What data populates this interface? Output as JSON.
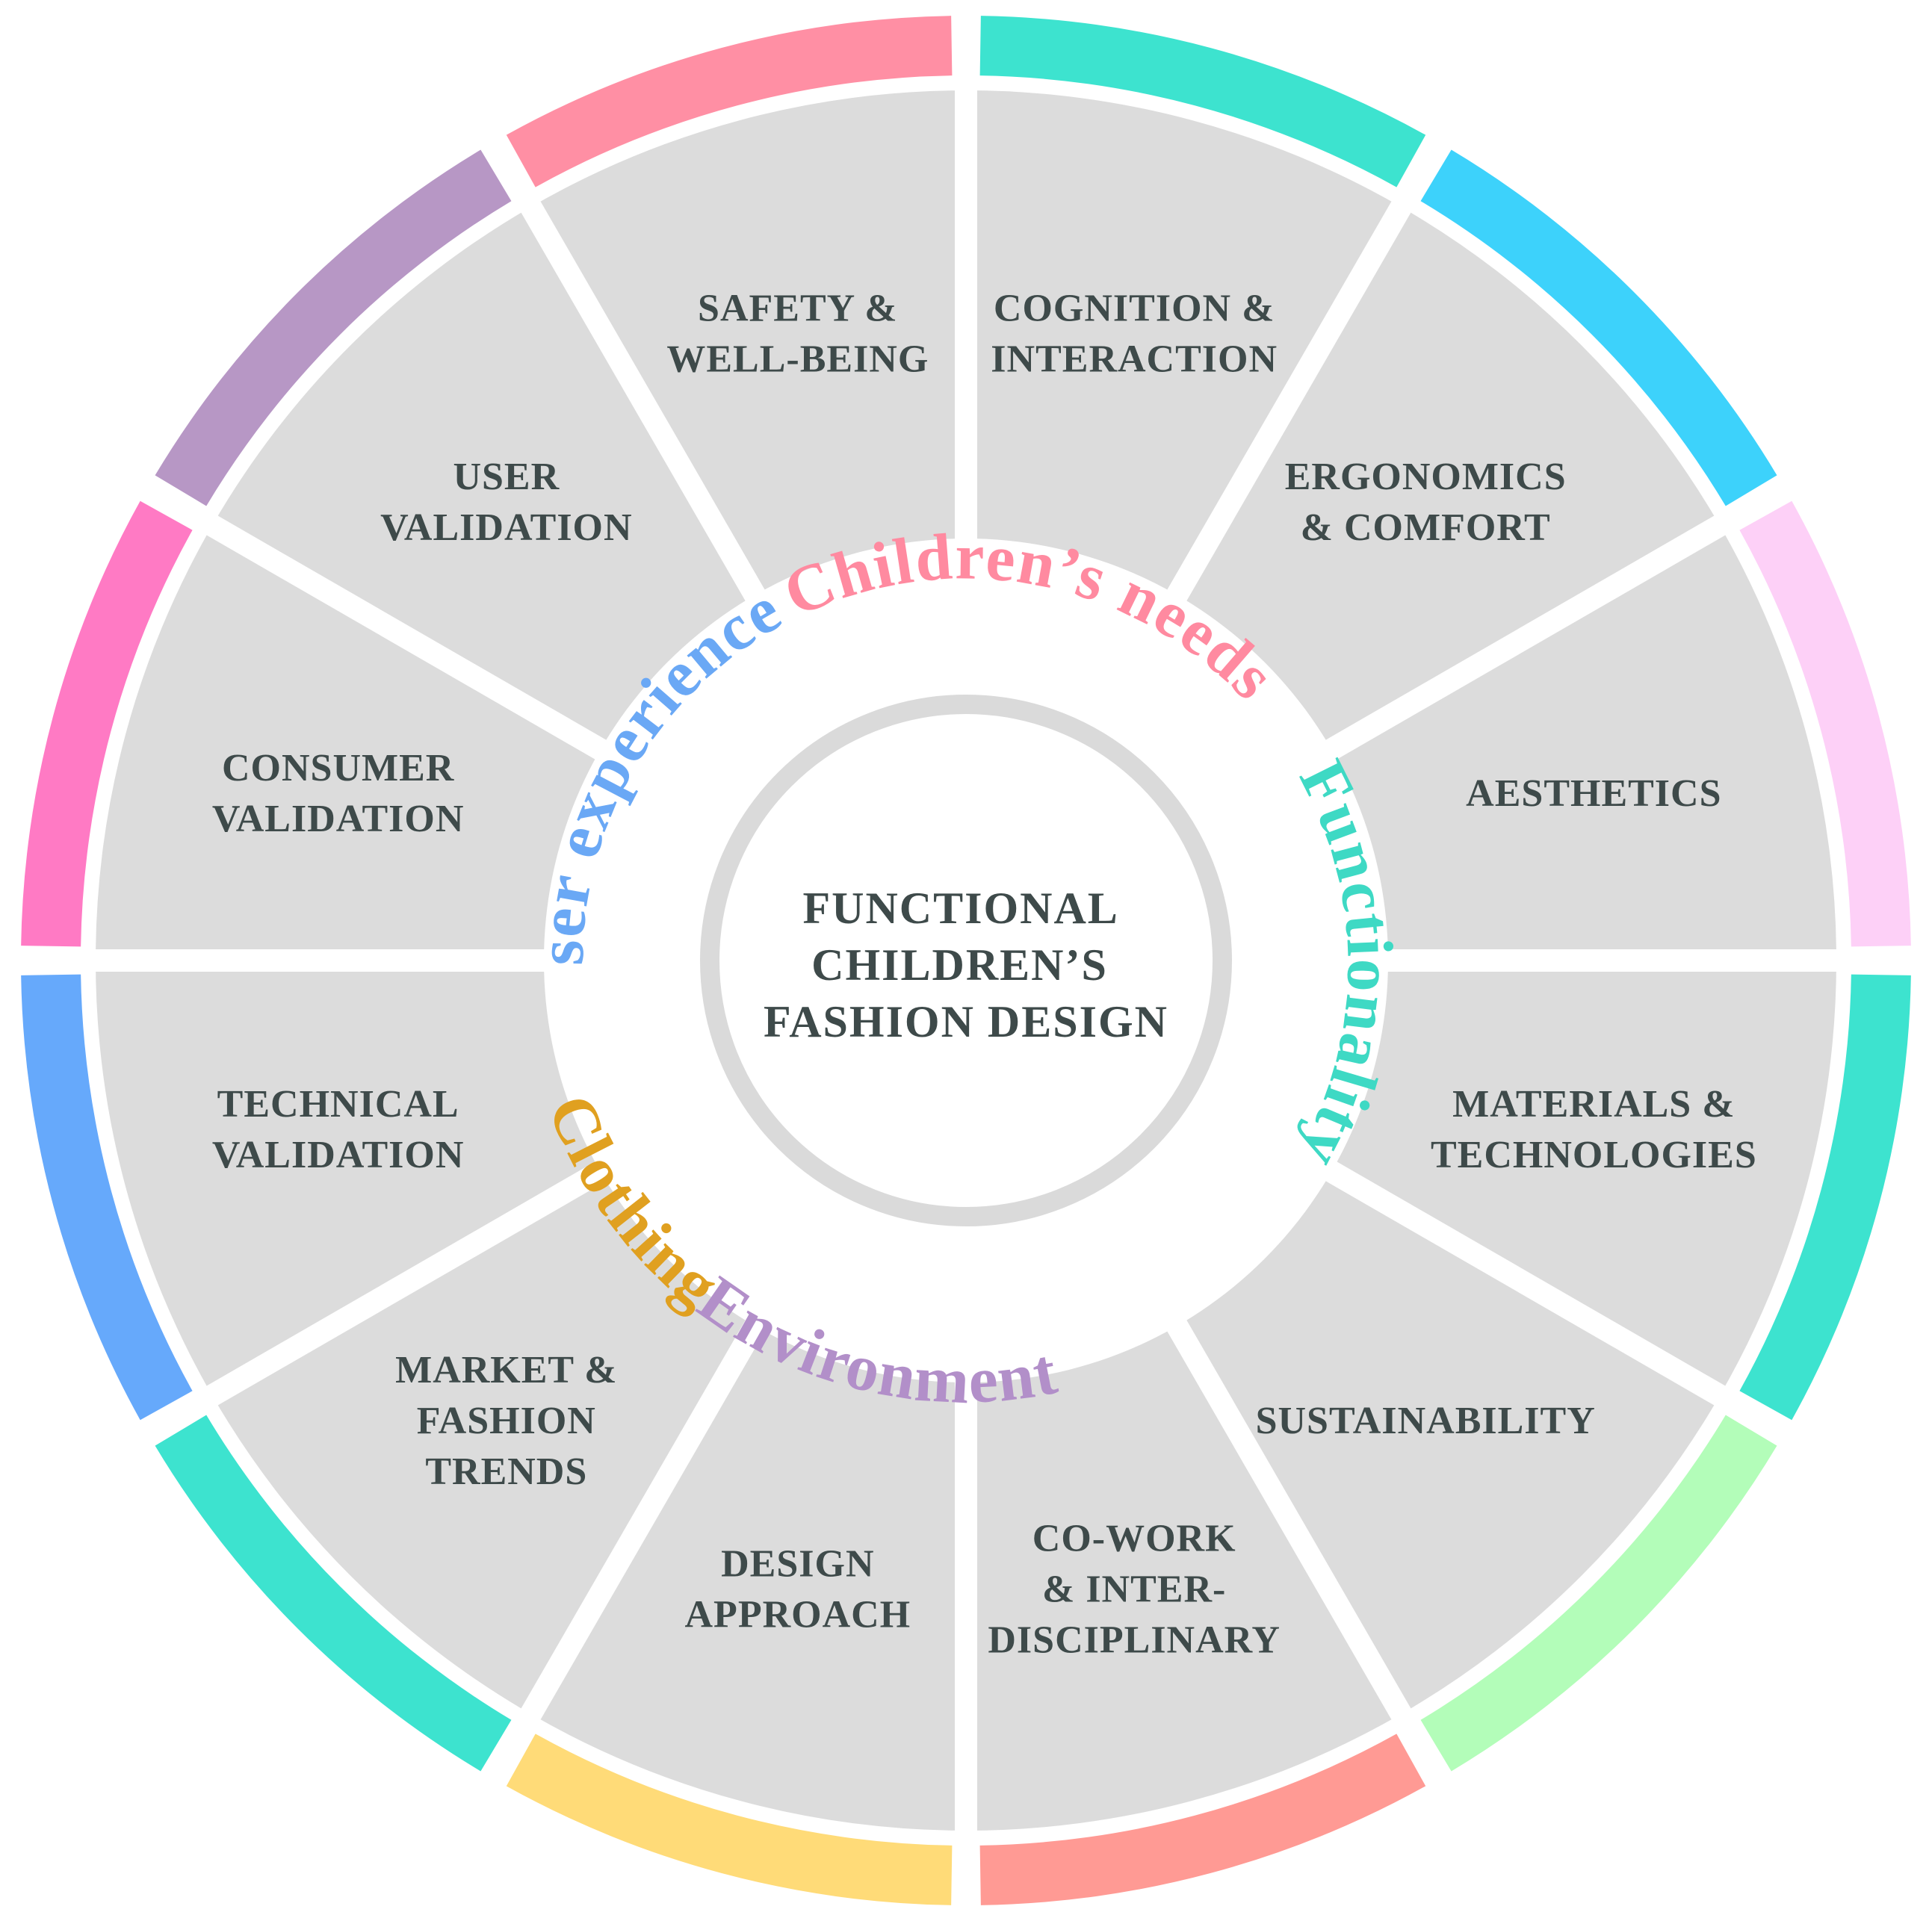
{
  "center": {
    "lines": [
      "FUNCTIONAL",
      "CHILDREN’S",
      "FASHION DESIGN"
    ]
  },
  "ring_words": [
    {
      "text": "Children’s needs",
      "color": "#ff8aa0"
    },
    {
      "text": "Functionality",
      "color": "#3ed9c4"
    },
    {
      "text": "Environment",
      "color": "#b28fc9"
    },
    {
      "text": "Clothing",
      "color": "#e0a020"
    },
    {
      "text": "User experience",
      "color": "#6aa8f5"
    }
  ],
  "segments": [
    {
      "lines": [
        "COGNITION &",
        "INTERACTION"
      ],
      "color": "#3de3cf"
    },
    {
      "lines": [
        "ERGONOMICS",
        "& COMFORT"
      ],
      "color": "#3dd2fb"
    },
    {
      "lines": [
        "AESTHETICS"
      ],
      "color": "#fdd0f7"
    },
    {
      "lines": [
        "MATERIALS &",
        "TECHNOLOGIES"
      ],
      "color": "#3de3cf"
    },
    {
      "lines": [
        "SUSTAINABILITY"
      ],
      "color": "#b3fdb9"
    },
    {
      "lines": [
        "CO-WORK",
        "& INTER-",
        "DISCIPLINARY"
      ],
      "color": "#ff9a94"
    },
    {
      "lines": [
        "DESIGN",
        "APPROACH"
      ],
      "color": "#ffdb78"
    },
    {
      "lines": [
        "MARKET &",
        "FASHION",
        "TRENDS"
      ],
      "color": "#3de3cf"
    },
    {
      "lines": [
        "TECHNICAL",
        "VALIDATION"
      ],
      "color": "#66a9fb"
    },
    {
      "lines": [
        "CONSUMER",
        "VALIDATION"
      ],
      "color": "#ff7ac4"
    },
    {
      "lines": [
        "USER",
        "VALIDATION"
      ],
      "color": "#b797c5"
    },
    {
      "lines": [
        "SAFETY &",
        "WELL-BEING"
      ],
      "color": "#ff8fa4"
    }
  ],
  "colors": {
    "segment_fill": "#dcdcdc",
    "inner_ring": "#dadada",
    "label_text": "#3e4a4a"
  }
}
